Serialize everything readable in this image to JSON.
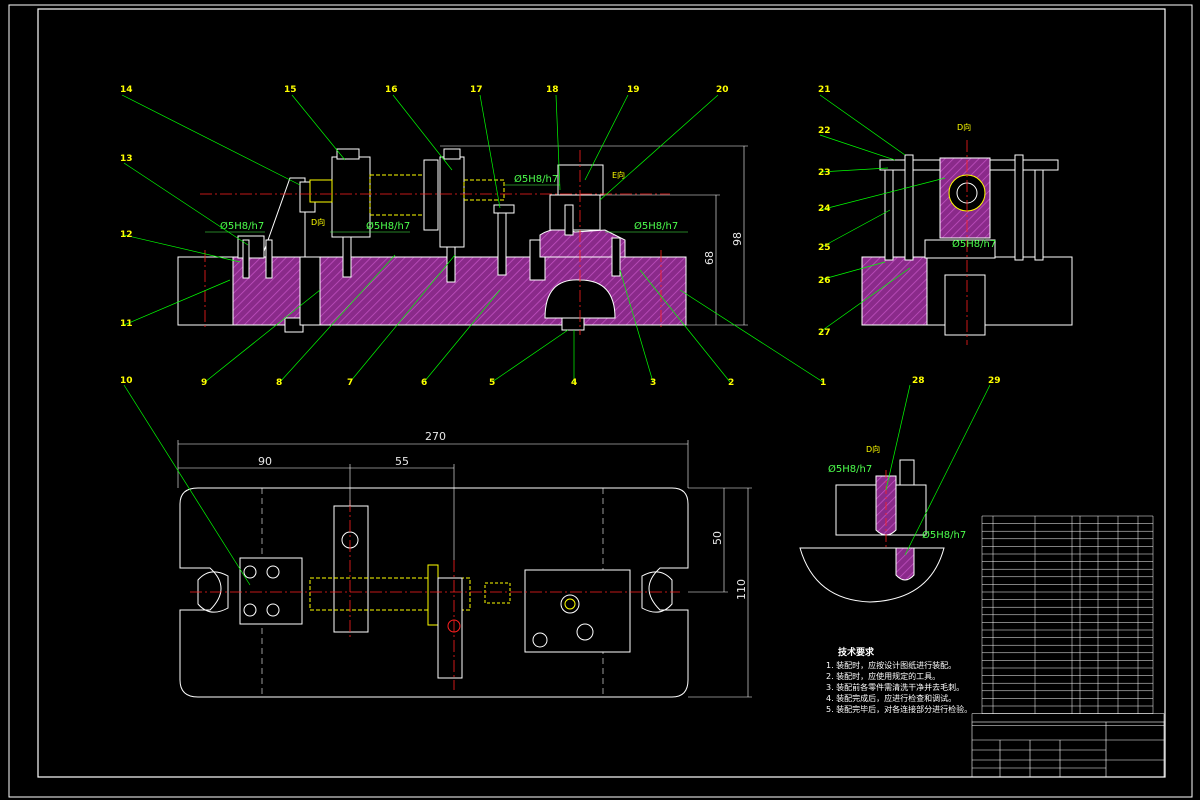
{
  "callouts_top": [
    "14",
    "15",
    "16",
    "17",
    "18",
    "19",
    "20"
  ],
  "callouts_left": [
    "13",
    "12",
    "11"
  ],
  "callouts_bottom": [
    "9",
    "8",
    "7",
    "6",
    "5",
    "4",
    "3",
    "2",
    "1"
  ],
  "callouts_right_view": [
    "21",
    "22",
    "23",
    "24",
    "25",
    "26",
    "27"
  ],
  "callouts_detail": [
    "28",
    "29"
  ],
  "callout_plan": "10",
  "view_labels": {
    "d_view_top": "D向",
    "e_view": "E向",
    "d_view_side": "D向",
    "d_view_detail": "D向"
  },
  "fits": {
    "top_left": "Ø5H8/h7",
    "top_center_left": "Ø5H8/h7",
    "top_center": "Ø5H8/h7",
    "top_right": "Ø5H8/h7",
    "side_view": "Ø5H8/h7",
    "detail_a": "Ø5H8/h7",
    "detail_b": "Ø5H8/h7"
  },
  "dimensions": {
    "height_total": "98",
    "height_inner": "68",
    "length_total": "270",
    "length_a": "90",
    "length_b": "55",
    "width_a": "50",
    "width_total": "110"
  },
  "tech_requirements": {
    "title": "技术要求",
    "items": [
      "1. 装配时，应按设计图纸进行装配。",
      "2. 装配时，应使用规定的工具。",
      "3. 装配前各零件需清洗干净并去毛刺。",
      "4. 装配完成后，应进行检查和调试。",
      "5. 装配完毕后，对各连接部分进行检验。"
    ]
  },
  "colors": {
    "background": "#000000",
    "outline": "#ffffff",
    "section_hatch": "#a030a0",
    "leader": "#00ff00",
    "centerline": "#ff2020",
    "hidden": "#ffff00",
    "callout_text": "#ffff00"
  }
}
